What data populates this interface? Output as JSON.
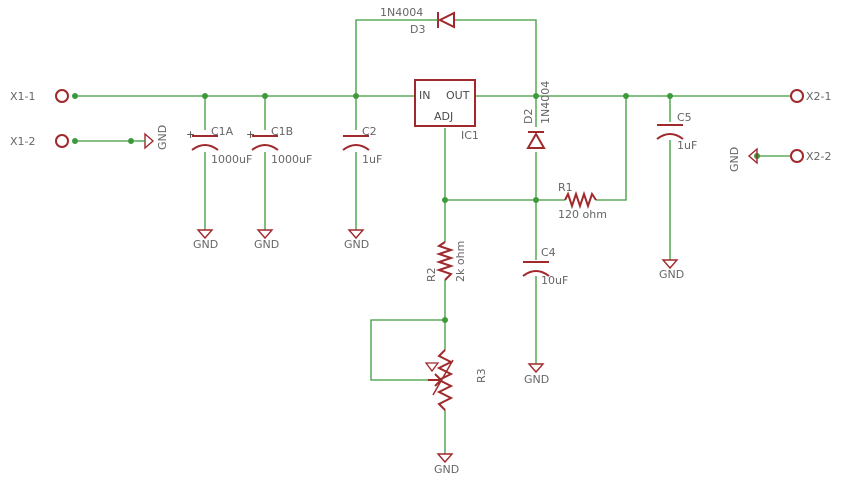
{
  "connectors": {
    "x1_1": "X1-1",
    "x1_2": "X1-2",
    "x2_1": "X2-1",
    "x2_2": "X2-2"
  },
  "ic1": {
    "name": "IC1",
    "in": "IN",
    "out": "OUT",
    "adj": "ADJ"
  },
  "d3": {
    "name": "D3",
    "value": "1N4004"
  },
  "d2": {
    "name": "D2",
    "value": "1N4004"
  },
  "c1a": {
    "name": "C1A",
    "value": "1000uF",
    "plus": "+"
  },
  "c1b": {
    "name": "C1B",
    "value": "1000uF",
    "plus": "+"
  },
  "c2": {
    "name": "C2",
    "value": "1uF"
  },
  "c4": {
    "name": "C4",
    "value": "10uF"
  },
  "c5": {
    "name": "C5",
    "value": "1uF"
  },
  "r1": {
    "name": "R1",
    "value": "120 ohm"
  },
  "r2": {
    "name": "R2",
    "value": "2k ohm"
  },
  "r3": {
    "name": "R3"
  },
  "gnd_label": "GND",
  "colors": {
    "wire": "#3c9a3c",
    "symbol": "#a0292c",
    "label": "#666666"
  }
}
